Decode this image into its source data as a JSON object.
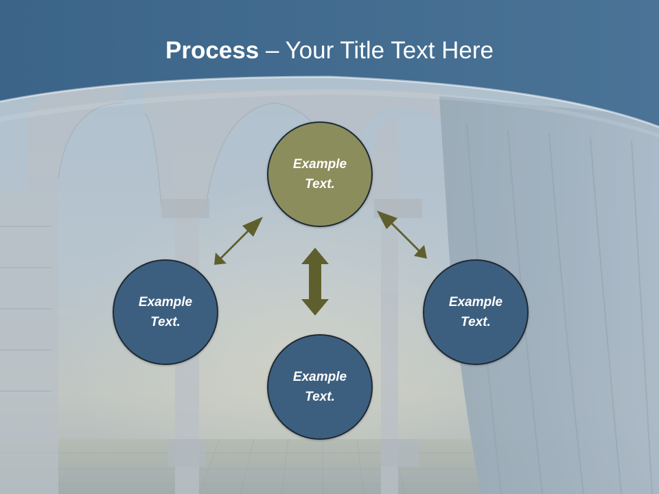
{
  "slide": {
    "title_bold": "Process",
    "title_rest": " – Your Title Text Here"
  },
  "nodes": {
    "top": {
      "label_line1": "Example",
      "label_line2": "Text."
    },
    "left": {
      "label_line1": "Example",
      "label_line2": "Text."
    },
    "right": {
      "label_line1": "Example",
      "label_line2": "Text."
    },
    "bottom": {
      "label_line1": "Example",
      "label_line2": "Text."
    }
  },
  "colors": {
    "header": "#3f6a8f",
    "top_circle": "#8b8d5c",
    "other_circles": "#3d5f7f",
    "arrows": "#5f5f2e"
  }
}
